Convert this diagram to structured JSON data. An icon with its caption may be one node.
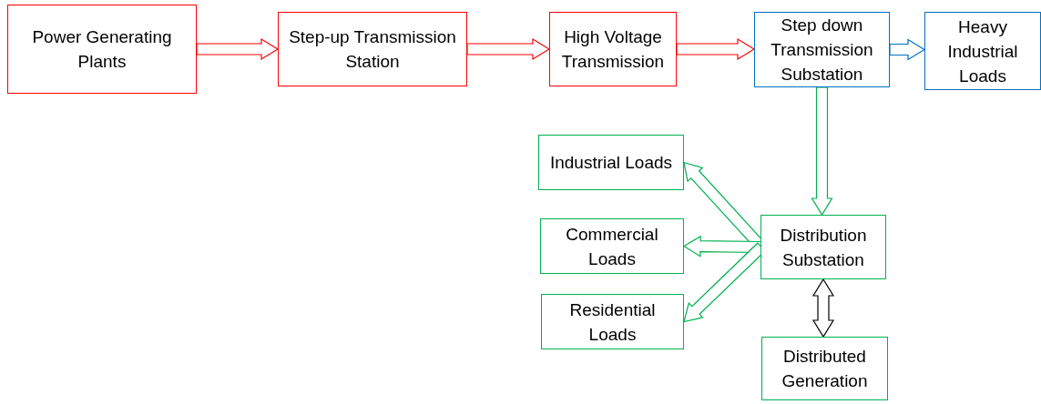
{
  "diagram": {
    "nodes": [
      {
        "text": [
          "Power Generating Plants"
        ]
      },
      {
        "text": [
          "Step-up Transmission Station"
        ]
      },
      {
        "text": [
          "High Voltage Transmission"
        ]
      },
      {
        "text": [
          "Step down Transmission Substation"
        ]
      },
      {
        "text": [
          "Heavy Industrial Loads"
        ]
      },
      {
        "text": [
          "Industrial Loads"
        ]
      },
      {
        "text": [
          "Commercial Loads"
        ]
      },
      {
        "text": [
          "Residential Loads"
        ]
      },
      {
        "text": [
          "Distribution Substation"
        ]
      },
      {
        "text": [
          "Distributed Generation"
        ]
      }
    ],
    "edges": [
      {
        "from": 0,
        "to": 1,
        "arrow": "to",
        "color": "#ff0000"
      },
      {
        "from": 1,
        "to": 2,
        "arrow": "to",
        "color": "#ff0000"
      },
      {
        "from": 2,
        "to": 3,
        "arrow": "to",
        "color": "#ff0000"
      },
      {
        "from": 3,
        "to": 4,
        "arrow": "to",
        "color": "#0070c0"
      },
      {
        "from": 3,
        "to": 8,
        "arrow": "to",
        "color": "#00b050"
      },
      {
        "from": 8,
        "to": 5,
        "arrow": "to",
        "color": "#00b050"
      },
      {
        "from": 8,
        "to": 6,
        "arrow": "to",
        "color": "#00b050"
      },
      {
        "from": 8,
        "to": 7,
        "arrow": "to",
        "color": "#00b050"
      },
      {
        "from": 8,
        "to": 9,
        "arrow": "both",
        "color": "#000000"
      }
    ]
  }
}
